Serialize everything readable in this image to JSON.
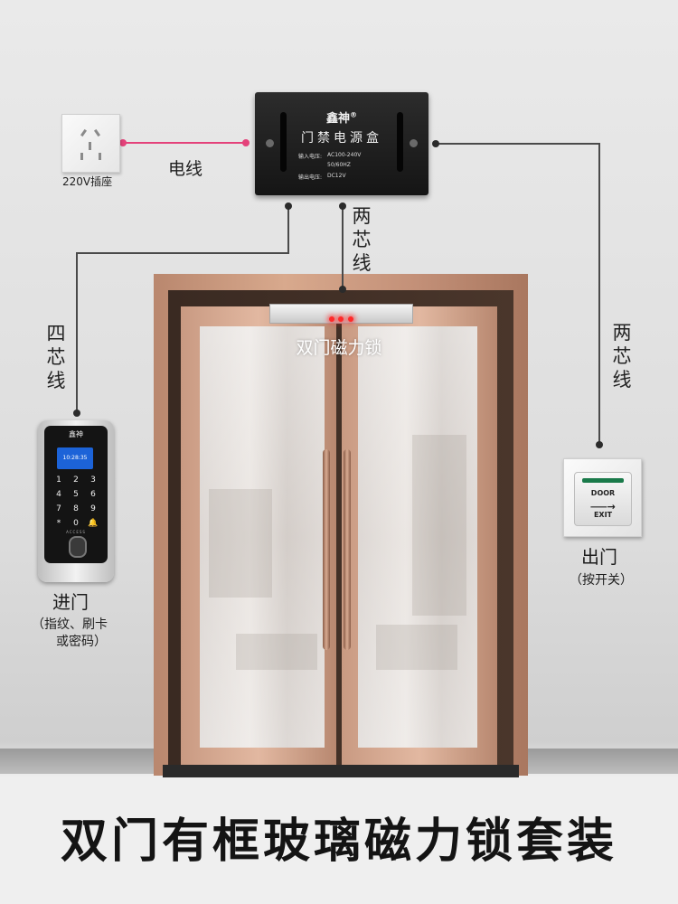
{
  "socket": {
    "label": "220V插座"
  },
  "power_box": {
    "brand": "鑫神",
    "registered_mark": "®",
    "title": "门禁电源盒",
    "specs": [
      {
        "name": "输入电压:",
        "value": "AC100-240V"
      },
      {
        "name": "",
        "value": "50/60HZ"
      },
      {
        "name": "输出电压:",
        "value": "DC12V"
      }
    ]
  },
  "wires": {
    "power_cord": "电线",
    "to_maglock": "两芯线",
    "to_keypad": "四芯线",
    "to_exit_button": "两芯线"
  },
  "maglock": {
    "label": "双门磁力锁"
  },
  "keypad": {
    "brand": "鑫神",
    "screen_line1": "",
    "screen_time": "10:28:35",
    "keys": [
      "1",
      "2",
      "3",
      "4",
      "5",
      "6",
      "7",
      "8",
      "9",
      "*",
      "0",
      "bell-icon"
    ],
    "access_text": "ACCESS",
    "title": "进门",
    "subtitle_line1": "（指纹、刷卡",
    "subtitle_line2": "或密码）"
  },
  "exit_button": {
    "text_top": "DOOR",
    "text_bottom": "EXIT",
    "title": "出门",
    "subtitle": "（按开关）"
  },
  "headline": "双门有框玻璃磁力锁套装",
  "colors": {
    "power_wire": "#e4427a",
    "signal_wire": "#4a4a4a",
    "frame": "#c99a82"
  }
}
